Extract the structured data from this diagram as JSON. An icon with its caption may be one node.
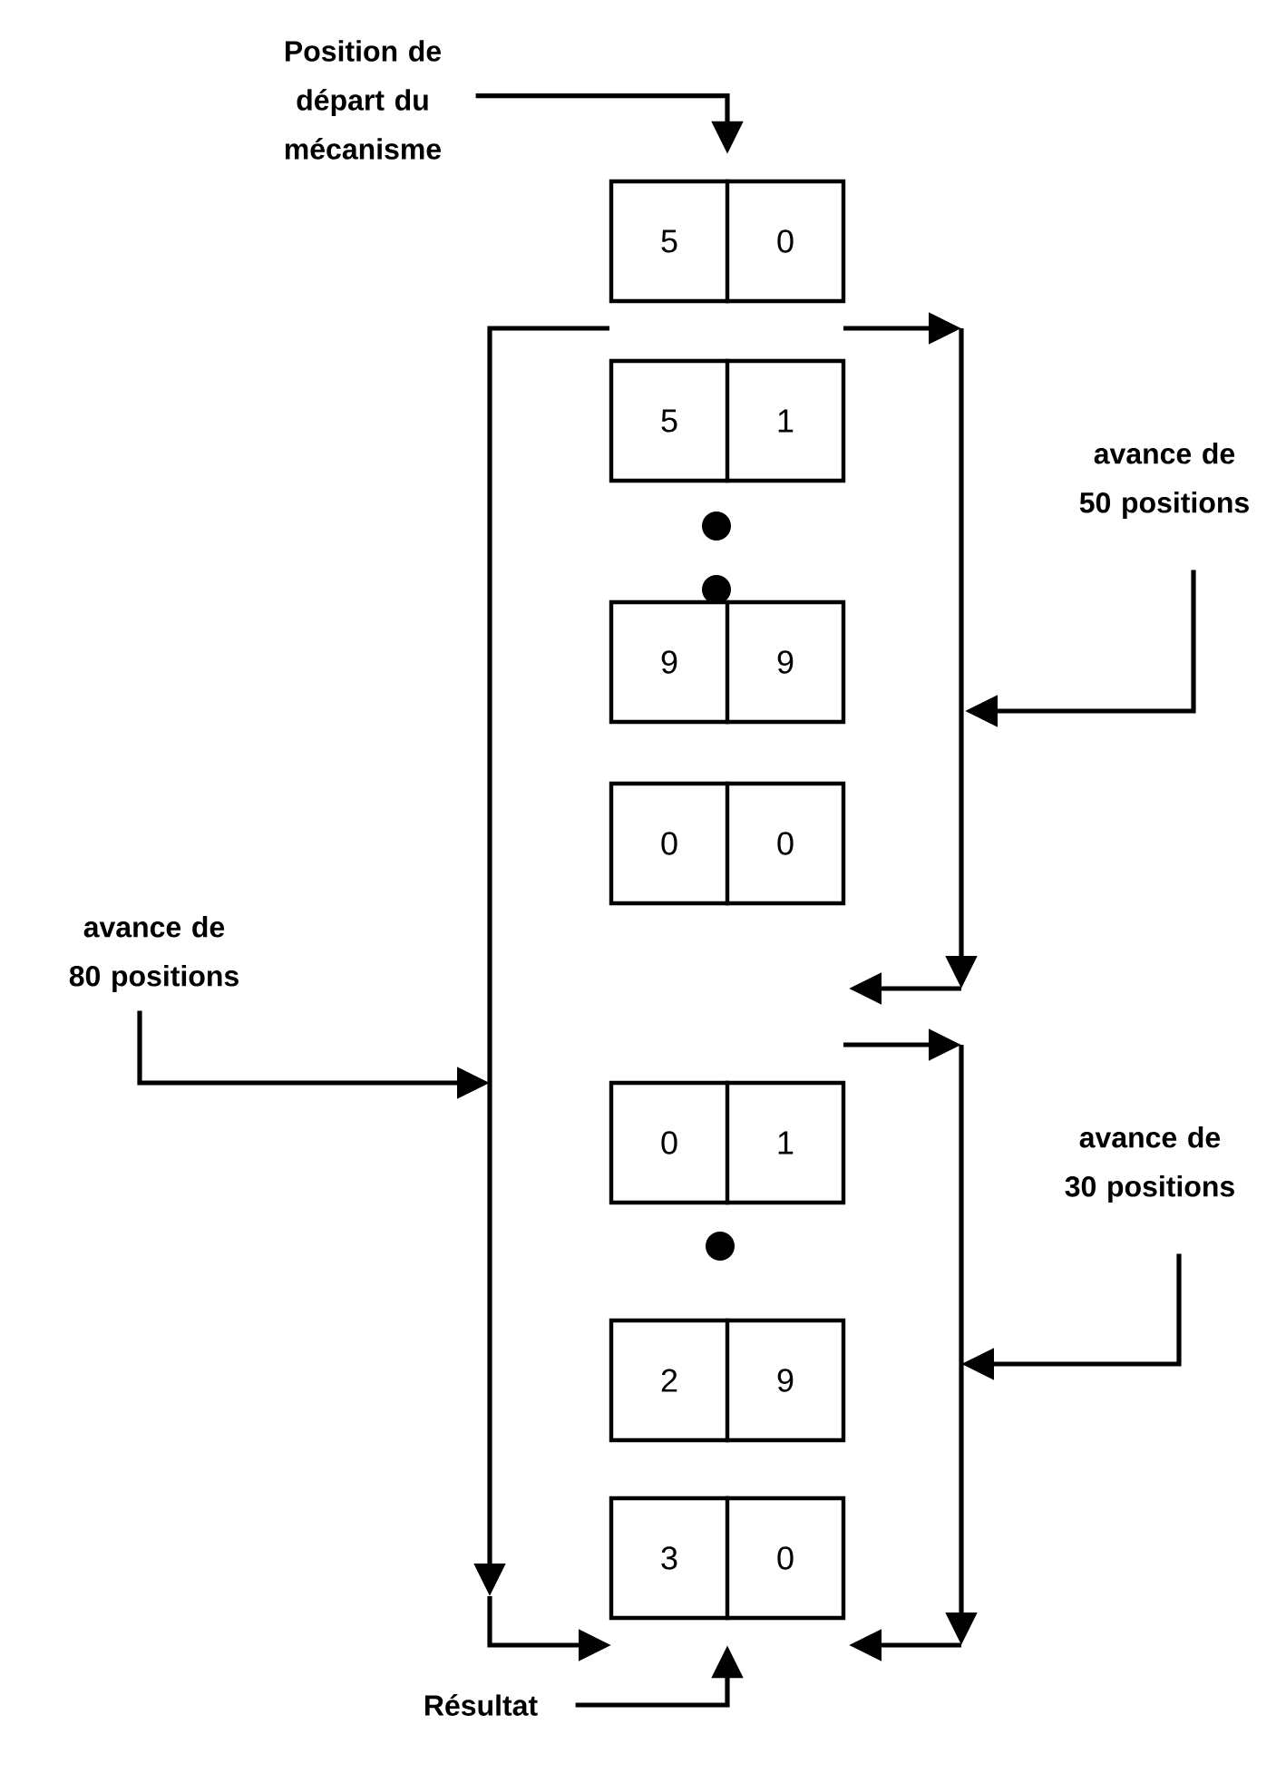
{
  "diagram": {
    "nodes": [
      {
        "text": [
          "Position de départ du mécanisme"
        ]
      },
      {
        "text": [
          "5",
          "0"
        ]
      },
      {
        "text": [
          "5",
          "1"
        ]
      },
      {
        "text": [
          "9",
          "9"
        ]
      },
      {
        "text": [
          "0",
          "0"
        ]
      },
      {
        "text": [
          "0",
          "1"
        ]
      },
      {
        "text": [
          "2",
          "9"
        ]
      },
      {
        "text": [
          "3",
          "0"
        ]
      },
      {
        "text": [
          "avance de 50 positions"
        ]
      },
      {
        "text": [
          "avance de 80 positions"
        ]
      },
      {
        "text": [
          "avance de 30 positions"
        ]
      },
      {
        "text": [
          "Résultat"
        ]
      }
    ],
    "edges": [
      {
        "from": 0,
        "to": 1,
        "arrow": "to"
      },
      {
        "from": 8,
        "to": null,
        "arrow": "to"
      },
      {
        "from": 9,
        "to": null,
        "arrow": "to"
      },
      {
        "from": 10,
        "to": null,
        "arrow": "to"
      },
      {
        "from": 11,
        "to": 7,
        "arrow": "to"
      }
    ]
  }
}
